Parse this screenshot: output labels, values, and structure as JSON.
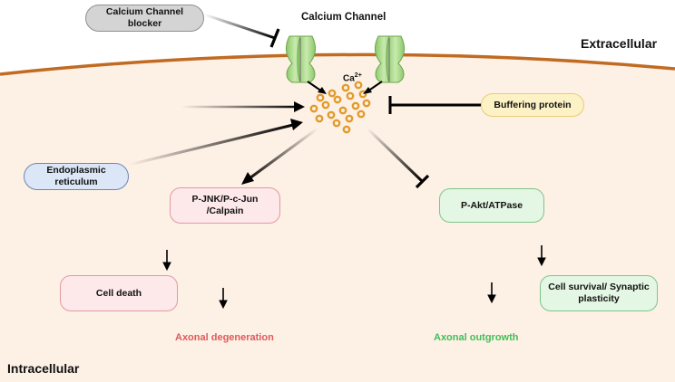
{
  "labels": {
    "calcium_channel": "Calcium Channel",
    "extracellular": "Extracellular",
    "intracellular": "Intracellular",
    "ion": "Ca",
    "ion_charge": "2+",
    "axonal_degeneration": "Axonal degeneration",
    "axonal_outgrowth": "Axonal outgrowth"
  },
  "nodes": {
    "calcium_channel_blocker": "Calcium Channel blocker",
    "endoplasmic_reticulum": "Endoplasmic reticulum",
    "buffering_protein": "Buffering protein",
    "jnk_pathway": "P-JNK/P-c-Jun /Calpain",
    "cell_death": "Cell death",
    "akt_atpase": "P-Akt/ATPase",
    "cell_survival": "Cell survival/ Synaptic plasticity"
  },
  "colors": {
    "cytoplasm": "#fdf0e4",
    "membrane": "#c06a22",
    "channel": "#a8d98a",
    "calcium_dot": "#e39a2c",
    "degeneration_text": "#e05a5a",
    "outgrowth_text": "#3fbf5a"
  }
}
